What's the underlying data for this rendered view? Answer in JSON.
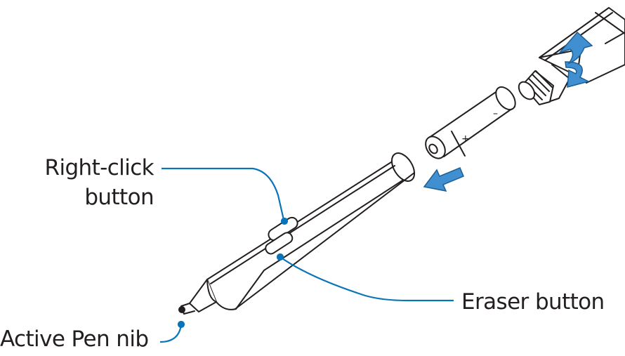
{
  "labels": {
    "right_click_line1": "Right-click",
    "right_click_line2": "button",
    "eraser": "Eraser button",
    "nib": "Active Pen nib"
  },
  "battery_marks": {
    "plus": "+",
    "minus": "–"
  },
  "colors": {
    "outline": "#231f20",
    "callout": "#0a74b9",
    "arrow": "#3f8fd1",
    "label": "#231f20"
  },
  "icons": [
    "remove-arrow-icon",
    "insert-arrow-icon"
  ]
}
